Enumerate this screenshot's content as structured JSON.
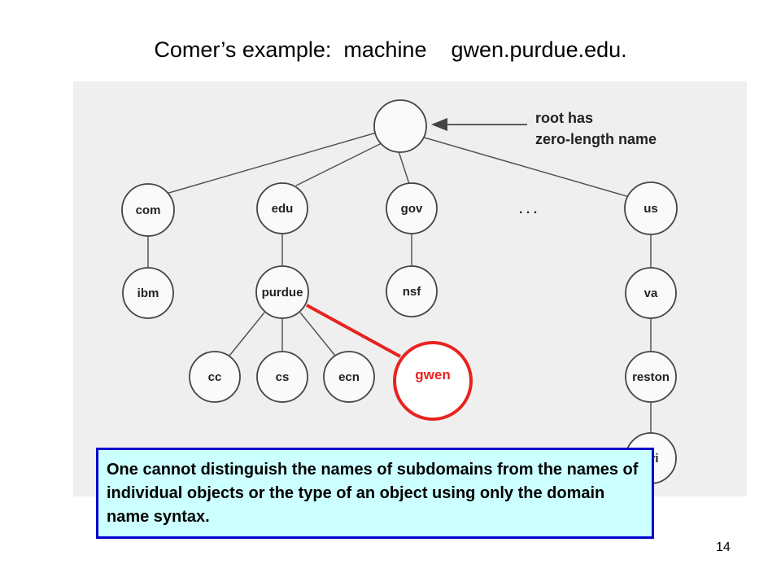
{
  "slide": {
    "title": "Comer’s example:  machine    gwen.purdue.edu.",
    "page_number": "14"
  },
  "tree": {
    "root_note_line1": "root has",
    "root_note_line2": "zero-length name",
    "ellipsis": ". . .",
    "nodes": {
      "com": "com",
      "edu": "edu",
      "gov": "gov",
      "us": "us",
      "ibm": "ibm",
      "purdue": "purdue",
      "nsf": "nsf",
      "va": "va",
      "cc": "cc",
      "cs": "cs",
      "ecn": "ecn",
      "reston": "reston",
      "nri": "nri",
      "gwen": "gwen"
    },
    "gwen_color": "#e8231f"
  },
  "callout": {
    "text": "One cannot distinguish the names of subdomains from the names of individual objects or the type of an object using only the domain name syntax.",
    "background": "#ccffff",
    "border": "#0000cc"
  }
}
